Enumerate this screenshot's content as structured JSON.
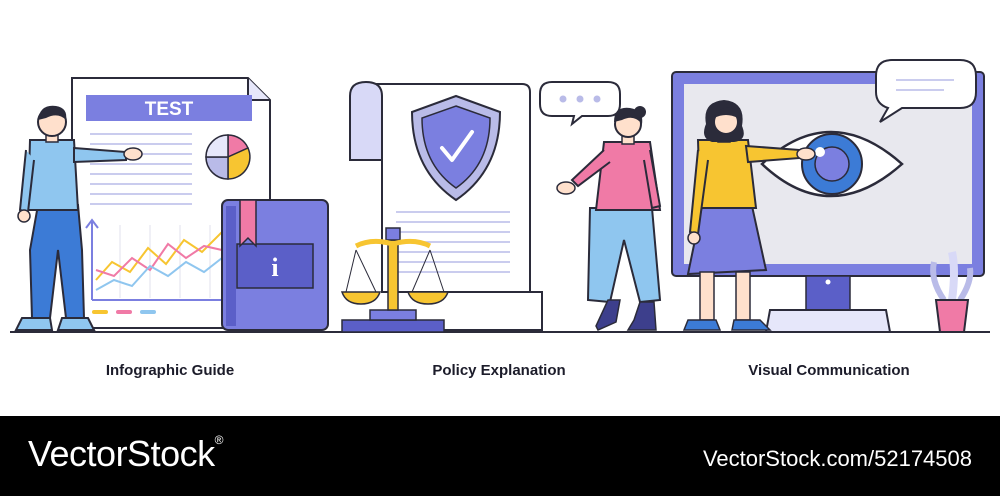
{
  "scenes": [
    {
      "caption": "Infographic Guide",
      "document_heading": "TEST",
      "book_icon_glyph": "i"
    },
    {
      "caption": "Policy Explanation"
    },
    {
      "caption": "Visual Communication"
    }
  ],
  "footer": {
    "brand": "VectorStock",
    "brand_mark": "®",
    "image_ref": "VectorStock.com/52174508"
  },
  "colors": {
    "accent": "#7b7fe0",
    "accent_dark": "#3d3f8c",
    "pink": "#f07aa6",
    "yellow": "#f7c531",
    "light_blue": "#8fc6ef",
    "ink": "#1c1c2a",
    "footer_bg": "#000000"
  }
}
